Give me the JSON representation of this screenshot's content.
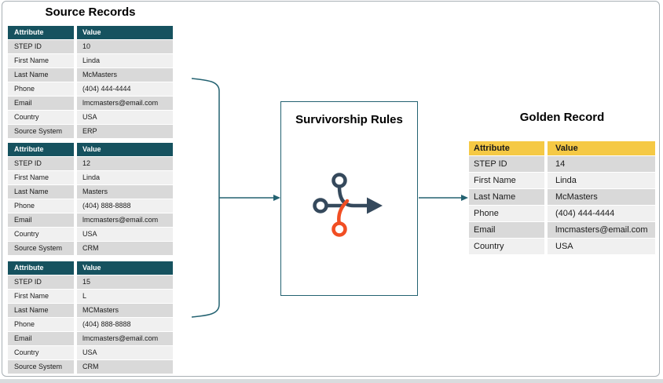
{
  "page": {
    "source_title": "Source Records",
    "rules_title": "Survivorship Rules",
    "golden_title": "Golden Record"
  },
  "headers": {
    "attribute": "Attribute",
    "value": "Value"
  },
  "source_tables": [
    {
      "rows": [
        {
          "a": "STEP ID",
          "v": "10"
        },
        {
          "a": "First Name",
          "v": "Linda"
        },
        {
          "a": "Last Name",
          "v": "McMasters"
        },
        {
          "a": "Phone",
          "v": "(404) 444-4444"
        },
        {
          "a": "Email",
          "v": "lmcmasters@email.com"
        },
        {
          "a": "Country",
          "v": "USA"
        },
        {
          "a": "Source System",
          "v": "ERP"
        }
      ]
    },
    {
      "rows": [
        {
          "a": "STEP ID",
          "v": "12"
        },
        {
          "a": "First Name",
          "v": "Linda"
        },
        {
          "a": "Last Name",
          "v": "Masters"
        },
        {
          "a": "Phone",
          "v": "(404) 888-8888"
        },
        {
          "a": "Email",
          "v": "lmcmasters@email.com"
        },
        {
          "a": "Country",
          "v": "USA"
        },
        {
          "a": "Source System",
          "v": "CRM"
        }
      ]
    },
    {
      "rows": [
        {
          "a": "STEP ID",
          "v": "15"
        },
        {
          "a": "First Name",
          "v": "L"
        },
        {
          "a": "Last Name",
          "v": "MCMasters"
        },
        {
          "a": "Phone",
          "v": "(404) 888-8888"
        },
        {
          "a": "Email",
          "v": "lmcmasters@email.com"
        },
        {
          "a": "Country",
          "v": "USA"
        },
        {
          "a": "Source System",
          "v": "CRM"
        }
      ]
    }
  ],
  "golden_record": {
    "rows": [
      {
        "a": "STEP ID",
        "v": "14"
      },
      {
        "a": "First Name",
        "v": "Linda"
      },
      {
        "a": "Last Name",
        "v": "McMasters"
      },
      {
        "a": "Phone",
        "v": "(404) 444-4444"
      },
      {
        "a": "Email",
        "v": "lmcmasters@email.com"
      },
      {
        "a": "Country",
        "v": "USA"
      }
    ]
  },
  "icons": {
    "merge_branch": "merge-branch-icon"
  },
  "colors": {
    "source_header_teal": "#16525f",
    "golden_header_yellow": "#f5c945",
    "row_gray": "#d9d9d9",
    "row_light": "#f0f0f0",
    "connector_teal": "#236271",
    "icon_slate": "#35495c",
    "icon_orange": "#f14e23"
  }
}
